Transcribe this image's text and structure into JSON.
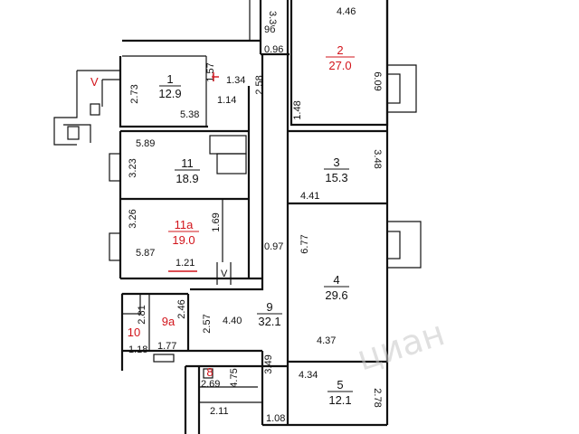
{
  "rooms": [
    {
      "id": "room-1",
      "number": "1",
      "area": "12.9",
      "color": "#111111"
    },
    {
      "id": "room-2",
      "number": "2",
      "area": "27.0",
      "color": "#d2141b"
    },
    {
      "id": "room-3",
      "number": "3",
      "area": "15.3",
      "color": "#111111"
    },
    {
      "id": "room-4",
      "number": "4",
      "area": "29.6",
      "color": "#111111"
    },
    {
      "id": "room-5",
      "number": "5",
      "area": "12.1",
      "color": "#111111"
    },
    {
      "id": "room-9",
      "number": "9",
      "area": "32.1",
      "color": "#111111"
    },
    {
      "id": "room-9a",
      "number": "9a",
      "area": "",
      "color": "#d2141b"
    },
    {
      "id": "room-8",
      "number": "8",
      "area": "",
      "color": "#d2141b"
    },
    {
      "id": "room-10",
      "number": "10",
      "area": "",
      "color": "#d2141b"
    },
    {
      "id": "room-11",
      "number": "11",
      "area": "18.9",
      "color": "#111111"
    },
    {
      "id": "room-11a",
      "number": "11a",
      "area": "19.0",
      "color": "#d2141b"
    }
  ],
  "dimensions": [
    "3.3",
    "4.46",
    "9б",
    "0.96",
    "6.09",
    "1.57",
    "1.34",
    "2.58",
    "2.73",
    "1.14",
    "5.38",
    "1.48",
    "5.89",
    "3.48",
    "3.23",
    "4.41",
    "3.26",
    "1.69",
    "6.77",
    "0.97",
    "5.87",
    "1.21",
    "2.46",
    "2.81",
    "2.57",
    "4.40",
    "4.37",
    "1.18",
    "1.77",
    "3.49",
    "4.34",
    "2.69",
    "4.75",
    "2.78",
    "2.11",
    "1.08"
  ],
  "labels": {
    "entrance_mark": "V",
    "stair_mark": "V"
  },
  "watermark": "циан",
  "colors": {
    "wall": "#111111",
    "accent_red": "#d2141b",
    "watermark": "#c8c8c8"
  }
}
